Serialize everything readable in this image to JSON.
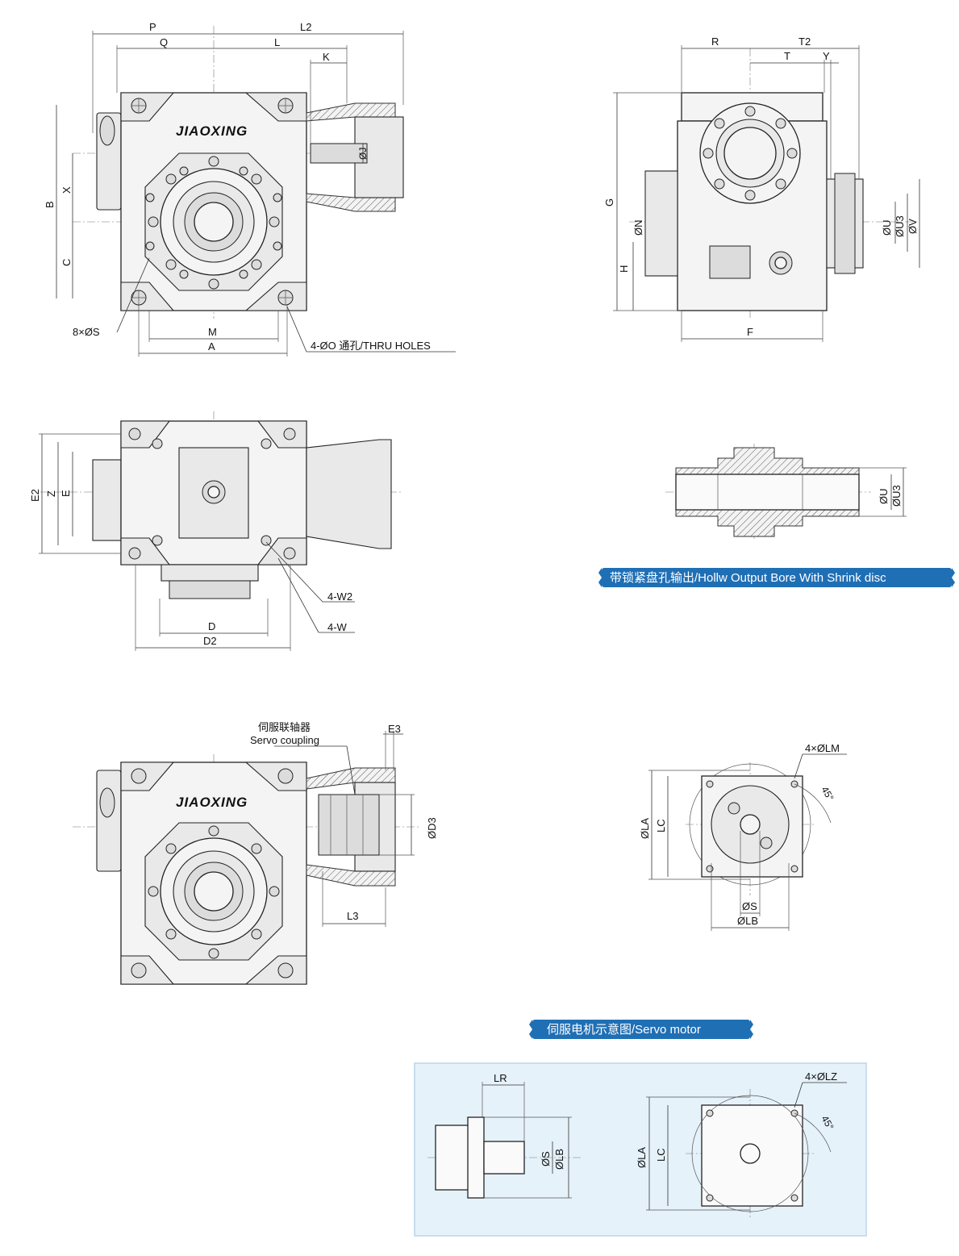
{
  "brand_logo": "JIAOXING",
  "labels": {
    "P": "P",
    "L2": "L2",
    "Q": "Q",
    "L": "L",
    "K": "K",
    "J": "ØJ",
    "B": "B",
    "X": "X",
    "C": "C",
    "S8": "8×ØS",
    "M": "M",
    "A": "A",
    "thru": "4-ØO 通孔/THRU HOLES",
    "R": "R",
    "T2": "T2",
    "T": "T",
    "Y": "Y",
    "G": "G",
    "N": "ØN",
    "H": "H",
    "U": "ØU",
    "U3": "ØU3",
    "V": "ØV",
    "F": "F",
    "E2": "E2",
    "Z": "Z",
    "E": "E",
    "W2": "4-W2",
    "W": "4-W",
    "D": "D",
    "D2": "D2",
    "U_sec": "ØU",
    "U3_sec": "ØU3",
    "coupling_cn": "伺服联轴器",
    "coupling_en": "Servo coupling",
    "E3": "E3",
    "D3": "ØD3",
    "L3": "L3",
    "LM": "4×ØLM",
    "deg45a": "45°",
    "LA1": "ØLA",
    "LC1": "LC",
    "S1": "ØS",
    "LB1": "ØLB",
    "LR": "LR",
    "S2": "ØS",
    "LB2": "ØLB",
    "LA2": "ØLA",
    "LC2": "LC",
    "LZ": "4×ØLZ",
    "deg45b": "45°"
  },
  "banners": {
    "shrink_disc": "带锁紧盘孔输出/Hollw Output Bore With Shrink disc",
    "servo_motor": "伺服电机示意图/Servo motor"
  },
  "colors": {
    "banner": "#1f6fb5",
    "panel": "#e6f2fa",
    "panel_border": "#b9d6ea",
    "line": "#222222"
  }
}
